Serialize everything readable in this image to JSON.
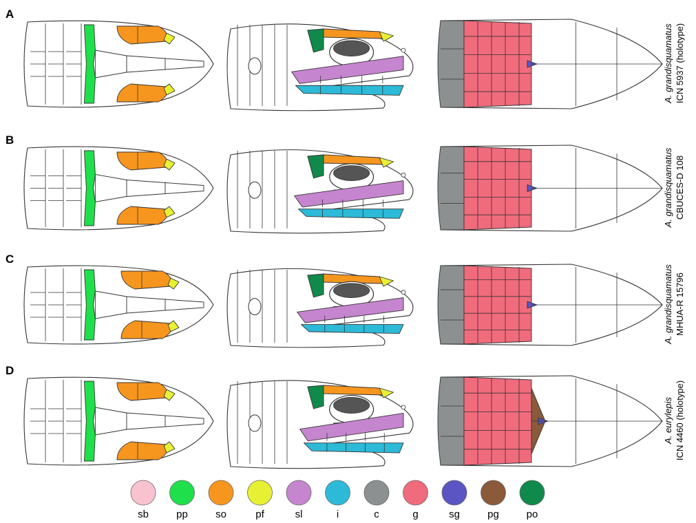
{
  "rows": [
    {
      "letter": "A",
      "species": "A. grandisquamatus",
      "specimen": "ICN 5937 (holotype)"
    },
    {
      "letter": "B",
      "species": "A. grandisquamatus",
      "specimen": "CBUCES-D 108"
    },
    {
      "letter": "C",
      "species": "A. grandisquamatus",
      "specimen": "MHUA-R 15796"
    },
    {
      "letter": "D",
      "species": "A. eurylepis",
      "specimen": "ICN 4460 (holotype)"
    }
  ],
  "legend": [
    {
      "code": "sb",
      "color": "#f9c2cf"
    },
    {
      "code": "pp",
      "color": "#1fe04a"
    },
    {
      "code": "so",
      "color": "#f7961e"
    },
    {
      "code": "pf",
      "color": "#e8f034"
    },
    {
      "code": "sl",
      "color": "#c685cf"
    },
    {
      "code": "i",
      "color": "#2cbad8"
    },
    {
      "code": "c",
      "color": "#8c9090"
    },
    {
      "code": "g",
      "color": "#f06b7c"
    },
    {
      "code": "sg",
      "color": "#5a55c2"
    },
    {
      "code": "pg",
      "color": "#8a5a3a"
    },
    {
      "code": "po",
      "color": "#108a4a"
    }
  ]
}
